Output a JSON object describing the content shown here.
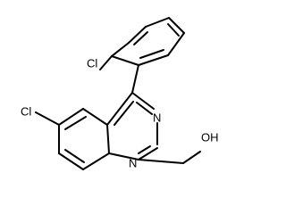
{
  "molecule": {
    "atom_labels": {
      "cl_phenyl": "Cl",
      "cl_quinazoline": "Cl",
      "n3": "N",
      "n1": "N",
      "oh": "OH"
    }
  }
}
